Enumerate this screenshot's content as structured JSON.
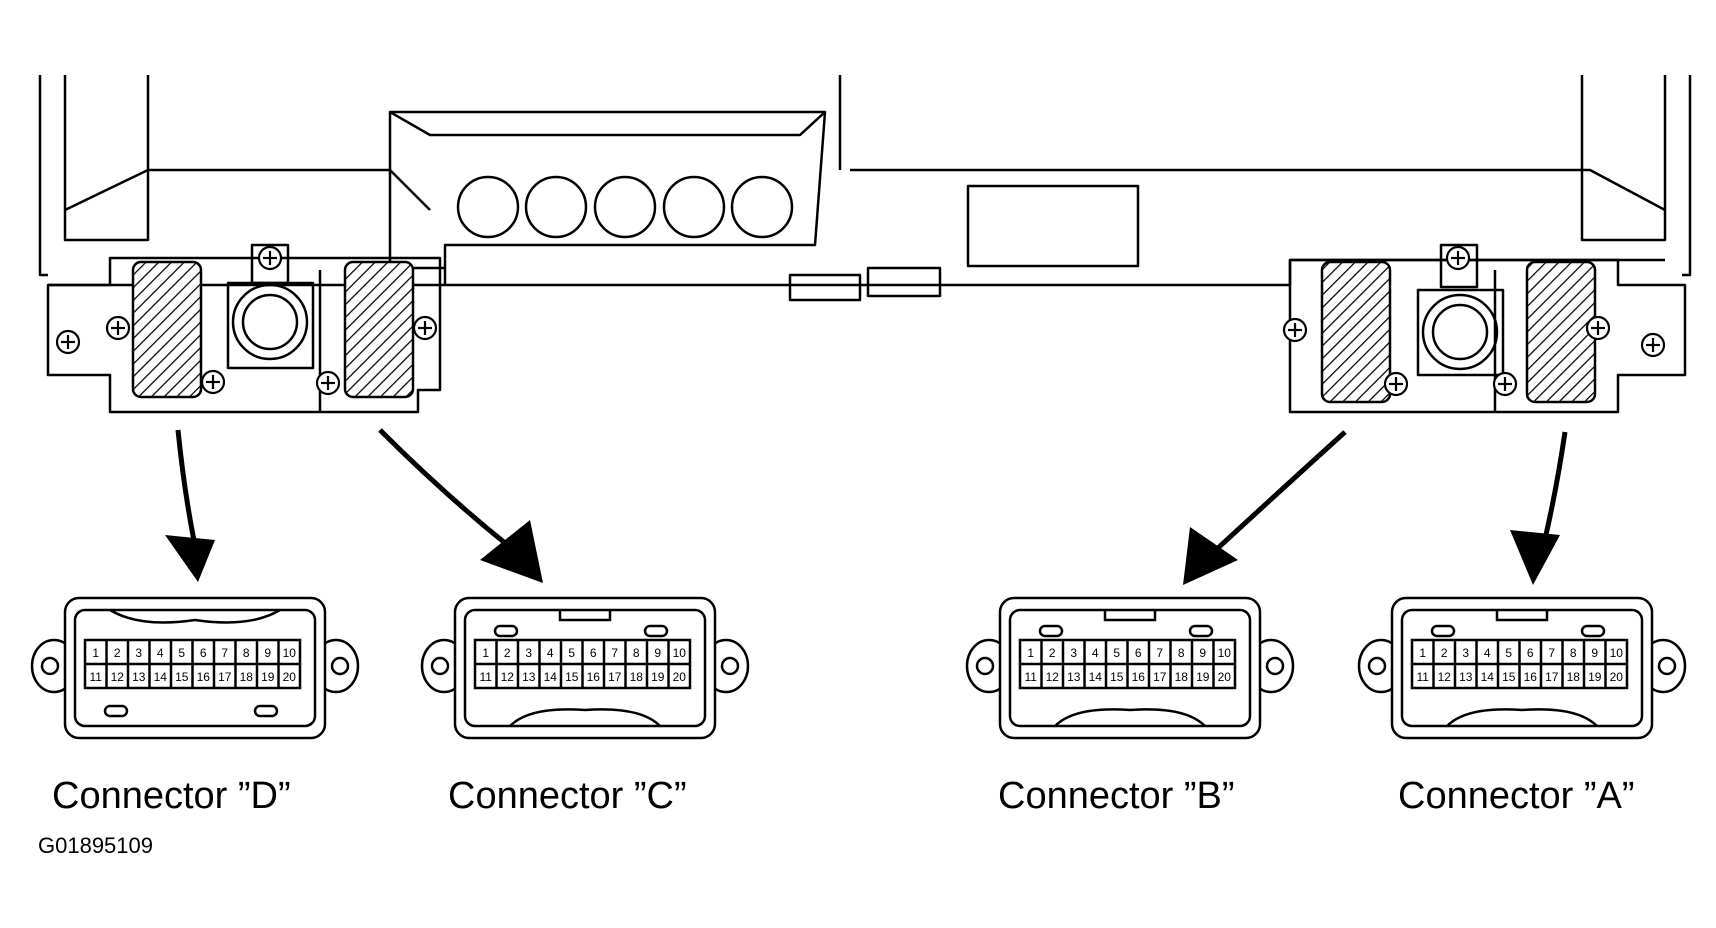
{
  "connectors": [
    {
      "id": "D",
      "label": "Connector ”D”",
      "pins_top": [
        "1",
        "2",
        "3",
        "4",
        "5",
        "6",
        "7",
        "8",
        "9",
        "10"
      ],
      "pins_bottom": [
        "11",
        "12",
        "13",
        "14",
        "15",
        "16",
        "17",
        "18",
        "19",
        "20"
      ]
    },
    {
      "id": "C",
      "label": "Connector ”C”",
      "pins_top": [
        "1",
        "2",
        "3",
        "4",
        "5",
        "6",
        "7",
        "8",
        "9",
        "10"
      ],
      "pins_bottom": [
        "11",
        "12",
        "13",
        "14",
        "15",
        "16",
        "17",
        "18",
        "19",
        "20"
      ]
    },
    {
      "id": "B",
      "label": "Connector ”B”",
      "pins_top": [
        "1",
        "2",
        "3",
        "4",
        "5",
        "6",
        "7",
        "8",
        "9",
        "10"
      ],
      "pins_bottom": [
        "11",
        "12",
        "13",
        "14",
        "15",
        "16",
        "17",
        "18",
        "19",
        "20"
      ]
    },
    {
      "id": "A",
      "label": "Connector ”A”",
      "pins_top": [
        "1",
        "2",
        "3",
        "4",
        "5",
        "6",
        "7",
        "8",
        "9",
        "10"
      ],
      "pins_bottom": [
        "11",
        "12",
        "13",
        "14",
        "15",
        "16",
        "17",
        "18",
        "19",
        "20"
      ]
    }
  ],
  "figure_code": "G01895109"
}
